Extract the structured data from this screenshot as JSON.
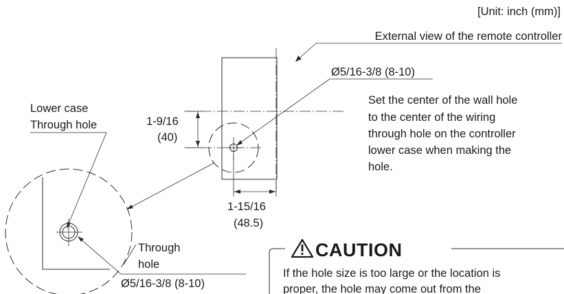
{
  "unit_label": "[Unit: inch (mm)]",
  "external_view_label": "External view of the remote controller",
  "hole_dia_upper": "Ø5/16-3/8 (8-10)",
  "instruction_lines": [
    "Set the center of the wall hole",
    "to the center of the wiring",
    "through hole on the controller",
    "lower case when making the",
    "hole."
  ],
  "lower_case_label": [
    "Lower case",
    "Through hole"
  ],
  "dim_vertical": [
    "1-9/16",
    "(40)"
  ],
  "dim_horizontal": [
    "1-15/16",
    "(48.5)"
  ],
  "through_hole_label": [
    "Through",
    "hole"
  ],
  "hole_dia_lower": "Ø5/16-3/8 (8-10)",
  "caution_title": "CAUTION",
  "caution_lines": [
    "If the hole size is too large or the location is",
    "proper, the hole may come out from the"
  ]
}
